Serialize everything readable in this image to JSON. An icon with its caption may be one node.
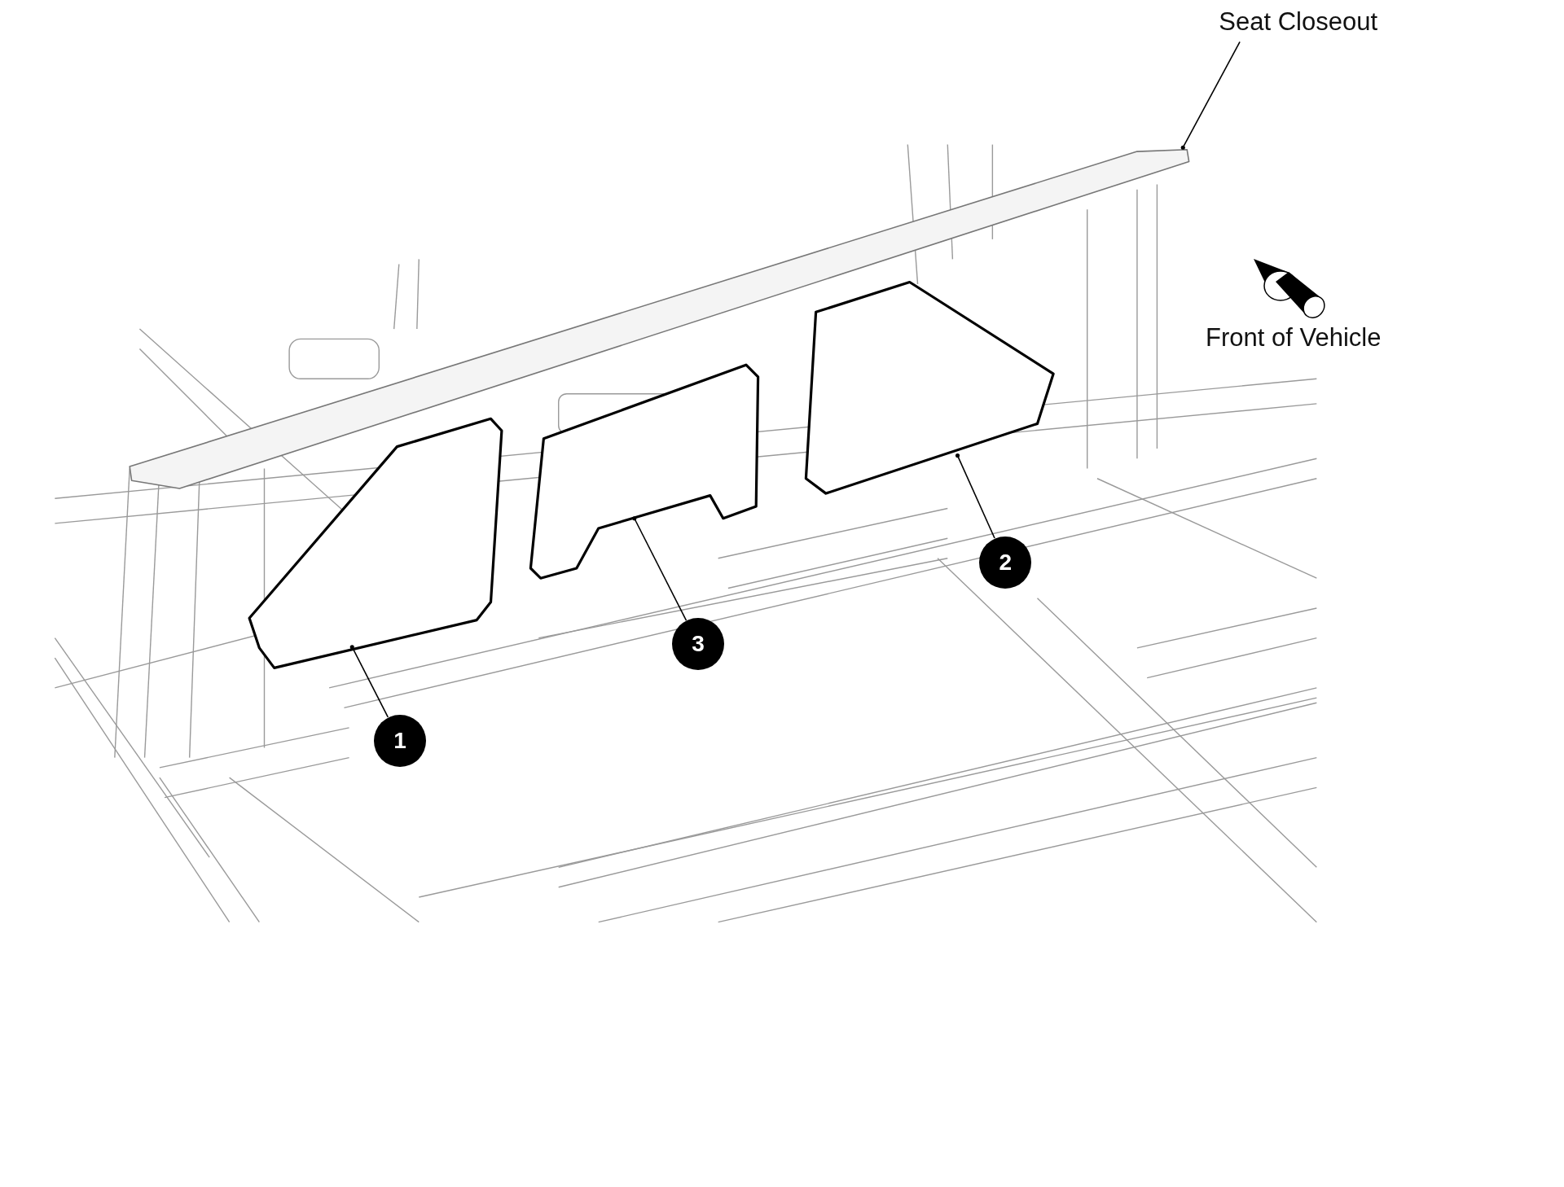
{
  "diagram": {
    "nodes": [
      {
        "text": [
          "Seat Closeout"
        ]
      },
      {
        "text": [],
        "shape": "bar"
      },
      {
        "text": [],
        "shape": "box"
      },
      {
        "text": [],
        "shape": "box"
      },
      {
        "text": [],
        "shape": "box"
      },
      {
        "text": [
          "2"
        ]
      },
      {
        "text": [
          "3"
        ]
      },
      {
        "text": [
          "1"
        ]
      }
    ],
    "edges": [
      {
        "from": 0,
        "to": 1,
        "arrow": "other"
      },
      {
        "from": 5,
        "to": 4,
        "arrow": "other"
      },
      {
        "from": 6,
        "to": 3,
        "arrow": "other"
      },
      {
        "from": 7,
        "to": 2,
        "arrow": "other"
      }
    ],
    "labels": [
      "Front of Vehicle"
    ]
  }
}
